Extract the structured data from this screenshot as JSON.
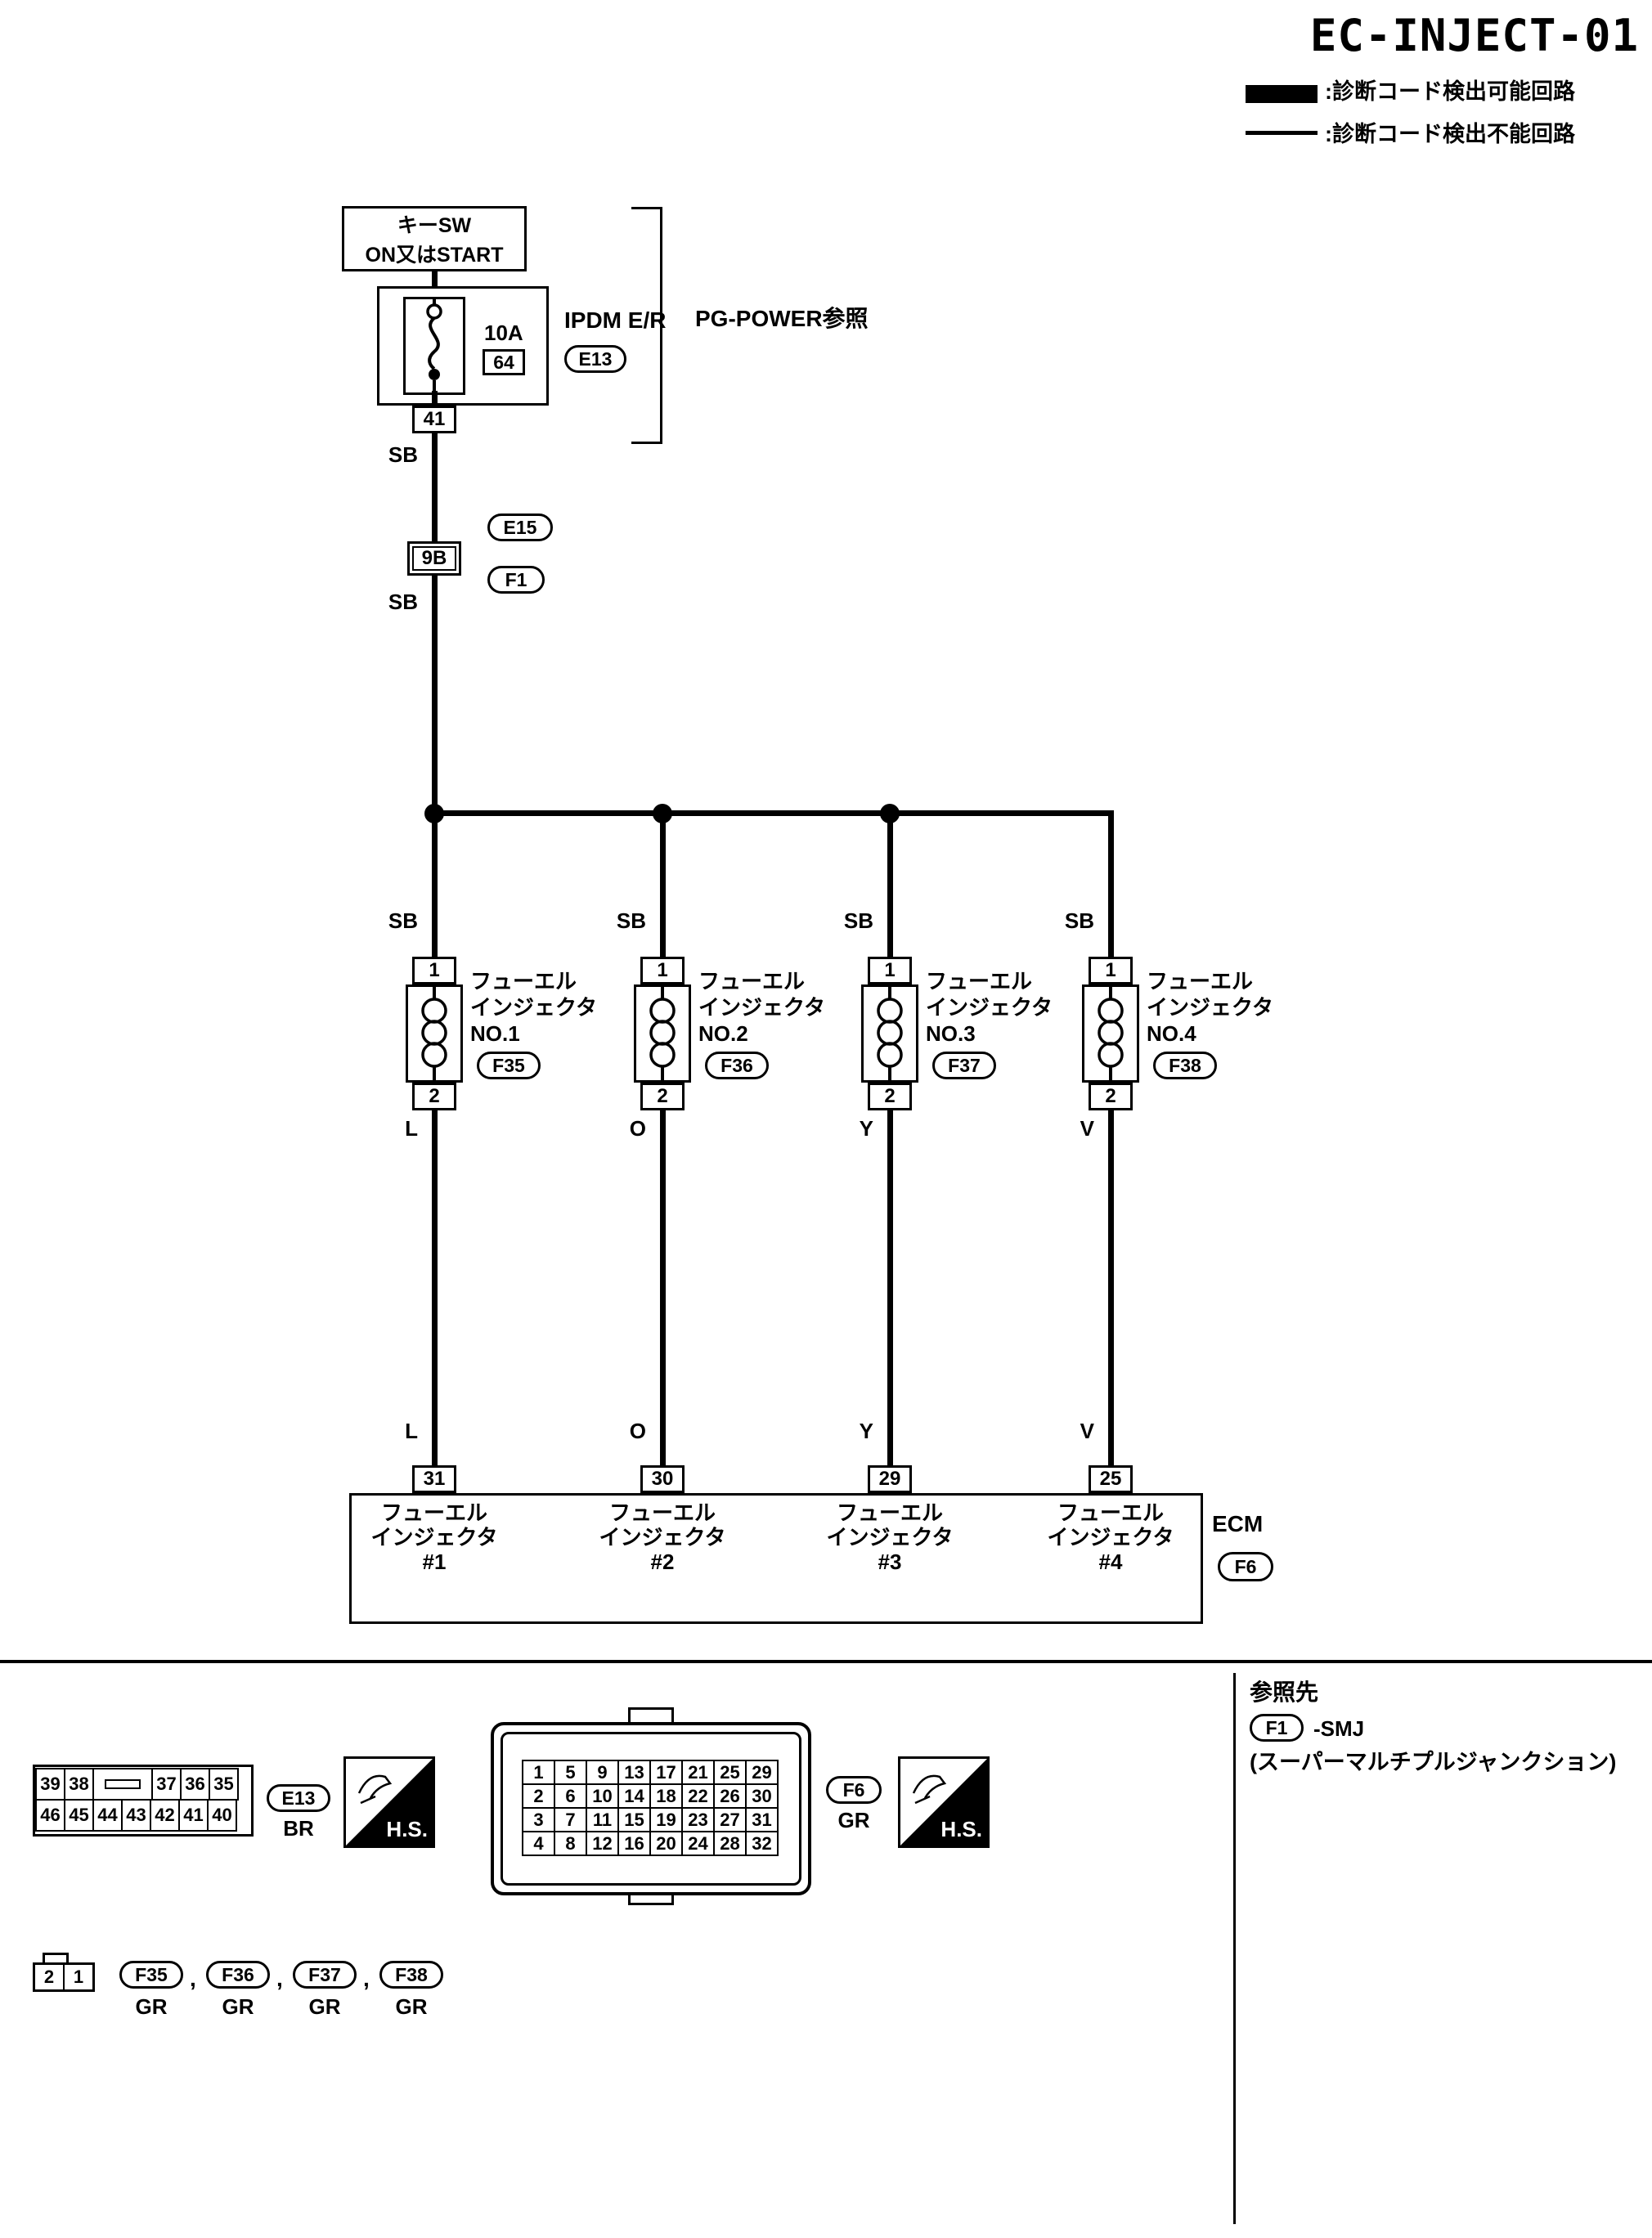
{
  "page": {
    "title": "EC-INJECT-01"
  },
  "legend": {
    "detectable": ":診断コード検出可能回路",
    "undetectable": ":診断コード検出不能回路"
  },
  "power": {
    "source_line1": "キーSW",
    "source_line2": "ON又はSTART",
    "fuse_rating": "10A",
    "fuse_number": "64",
    "ipdm_label": "IPDM E/R",
    "ipdm_connector": "E13",
    "pg_power_ref": "PG-POWER参照",
    "pin": "41",
    "wire_color": "SB"
  },
  "smj": {
    "terminal": "9B",
    "conn_top": "E15",
    "conn_bottom": "F1",
    "wire_color": "SB"
  },
  "injectors": [
    {
      "wire_top": "SB",
      "pin_top": "1",
      "name_l1": "フューエル",
      "name_l2": "インジェクタ",
      "name_l3": "NO.1",
      "connector": "F35",
      "pin_bottom": "2",
      "wire_color": "L",
      "ecm_pin": "31",
      "ecm_l1": "フューエル",
      "ecm_l2": "インジェクタ",
      "ecm_l3": "#1"
    },
    {
      "wire_top": "SB",
      "pin_top": "1",
      "name_l1": "フューエル",
      "name_l2": "インジェクタ",
      "name_l3": "NO.2",
      "connector": "F36",
      "pin_bottom": "2",
      "wire_color": "O",
      "ecm_pin": "30",
      "ecm_l1": "フューエル",
      "ecm_l2": "インジェクタ",
      "ecm_l3": "#2"
    },
    {
      "wire_top": "SB",
      "pin_top": "1",
      "name_l1": "フューエル",
      "name_l2": "インジェクタ",
      "name_l3": "NO.3",
      "connector": "F37",
      "pin_bottom": "2",
      "wire_color": "Y",
      "ecm_pin": "29",
      "ecm_l1": "フューエル",
      "ecm_l2": "インジェクタ",
      "ecm_l3": "#3"
    },
    {
      "wire_top": "SB",
      "pin_top": "1",
      "name_l1": "フューエル",
      "name_l2": "インジェクタ",
      "name_l3": "NO.4",
      "connector": "F38",
      "pin_bottom": "2",
      "wire_color": "V",
      "ecm_pin": "25",
      "ecm_l1": "フューエル",
      "ecm_l2": "インジェクタ",
      "ecm_l3": "#4"
    }
  ],
  "ecm": {
    "label": "ECM",
    "connector": "F6"
  },
  "footer": {
    "e13": {
      "label": "E13",
      "color": "BR",
      "row1": [
        "39",
        "38",
        "37",
        "36",
        "35"
      ],
      "row2": [
        "46",
        "45",
        "44",
        "43",
        "42",
        "41",
        "40"
      ]
    },
    "f6": {
      "label": "F6",
      "color": "GR",
      "grid": [
        [
          "1",
          "5",
          "9",
          "13",
          "17",
          "21",
          "25",
          "29"
        ],
        [
          "2",
          "6",
          "10",
          "14",
          "18",
          "22",
          "26",
          "30"
        ],
        [
          "3",
          "7",
          "11",
          "15",
          "19",
          "23",
          "27",
          "31"
        ],
        [
          "4",
          "8",
          "12",
          "16",
          "20",
          "24",
          "28",
          "32"
        ]
      ]
    },
    "hs_label": "H.S.",
    "separator": ",",
    "small_conn": {
      "cell_left": "2",
      "cell_right": "1",
      "connectors": [
        {
          "label": "F35",
          "color": "GR"
        },
        {
          "label": "F36",
          "color": "GR"
        },
        {
          "label": "F37",
          "color": "GR"
        },
        {
          "label": "F38",
          "color": "GR"
        }
      ]
    },
    "reference": {
      "title": "参照先",
      "connector": "F1",
      "name": "-SMJ",
      "subtitle": "(スーパーマルチプルジャンクション)"
    }
  }
}
